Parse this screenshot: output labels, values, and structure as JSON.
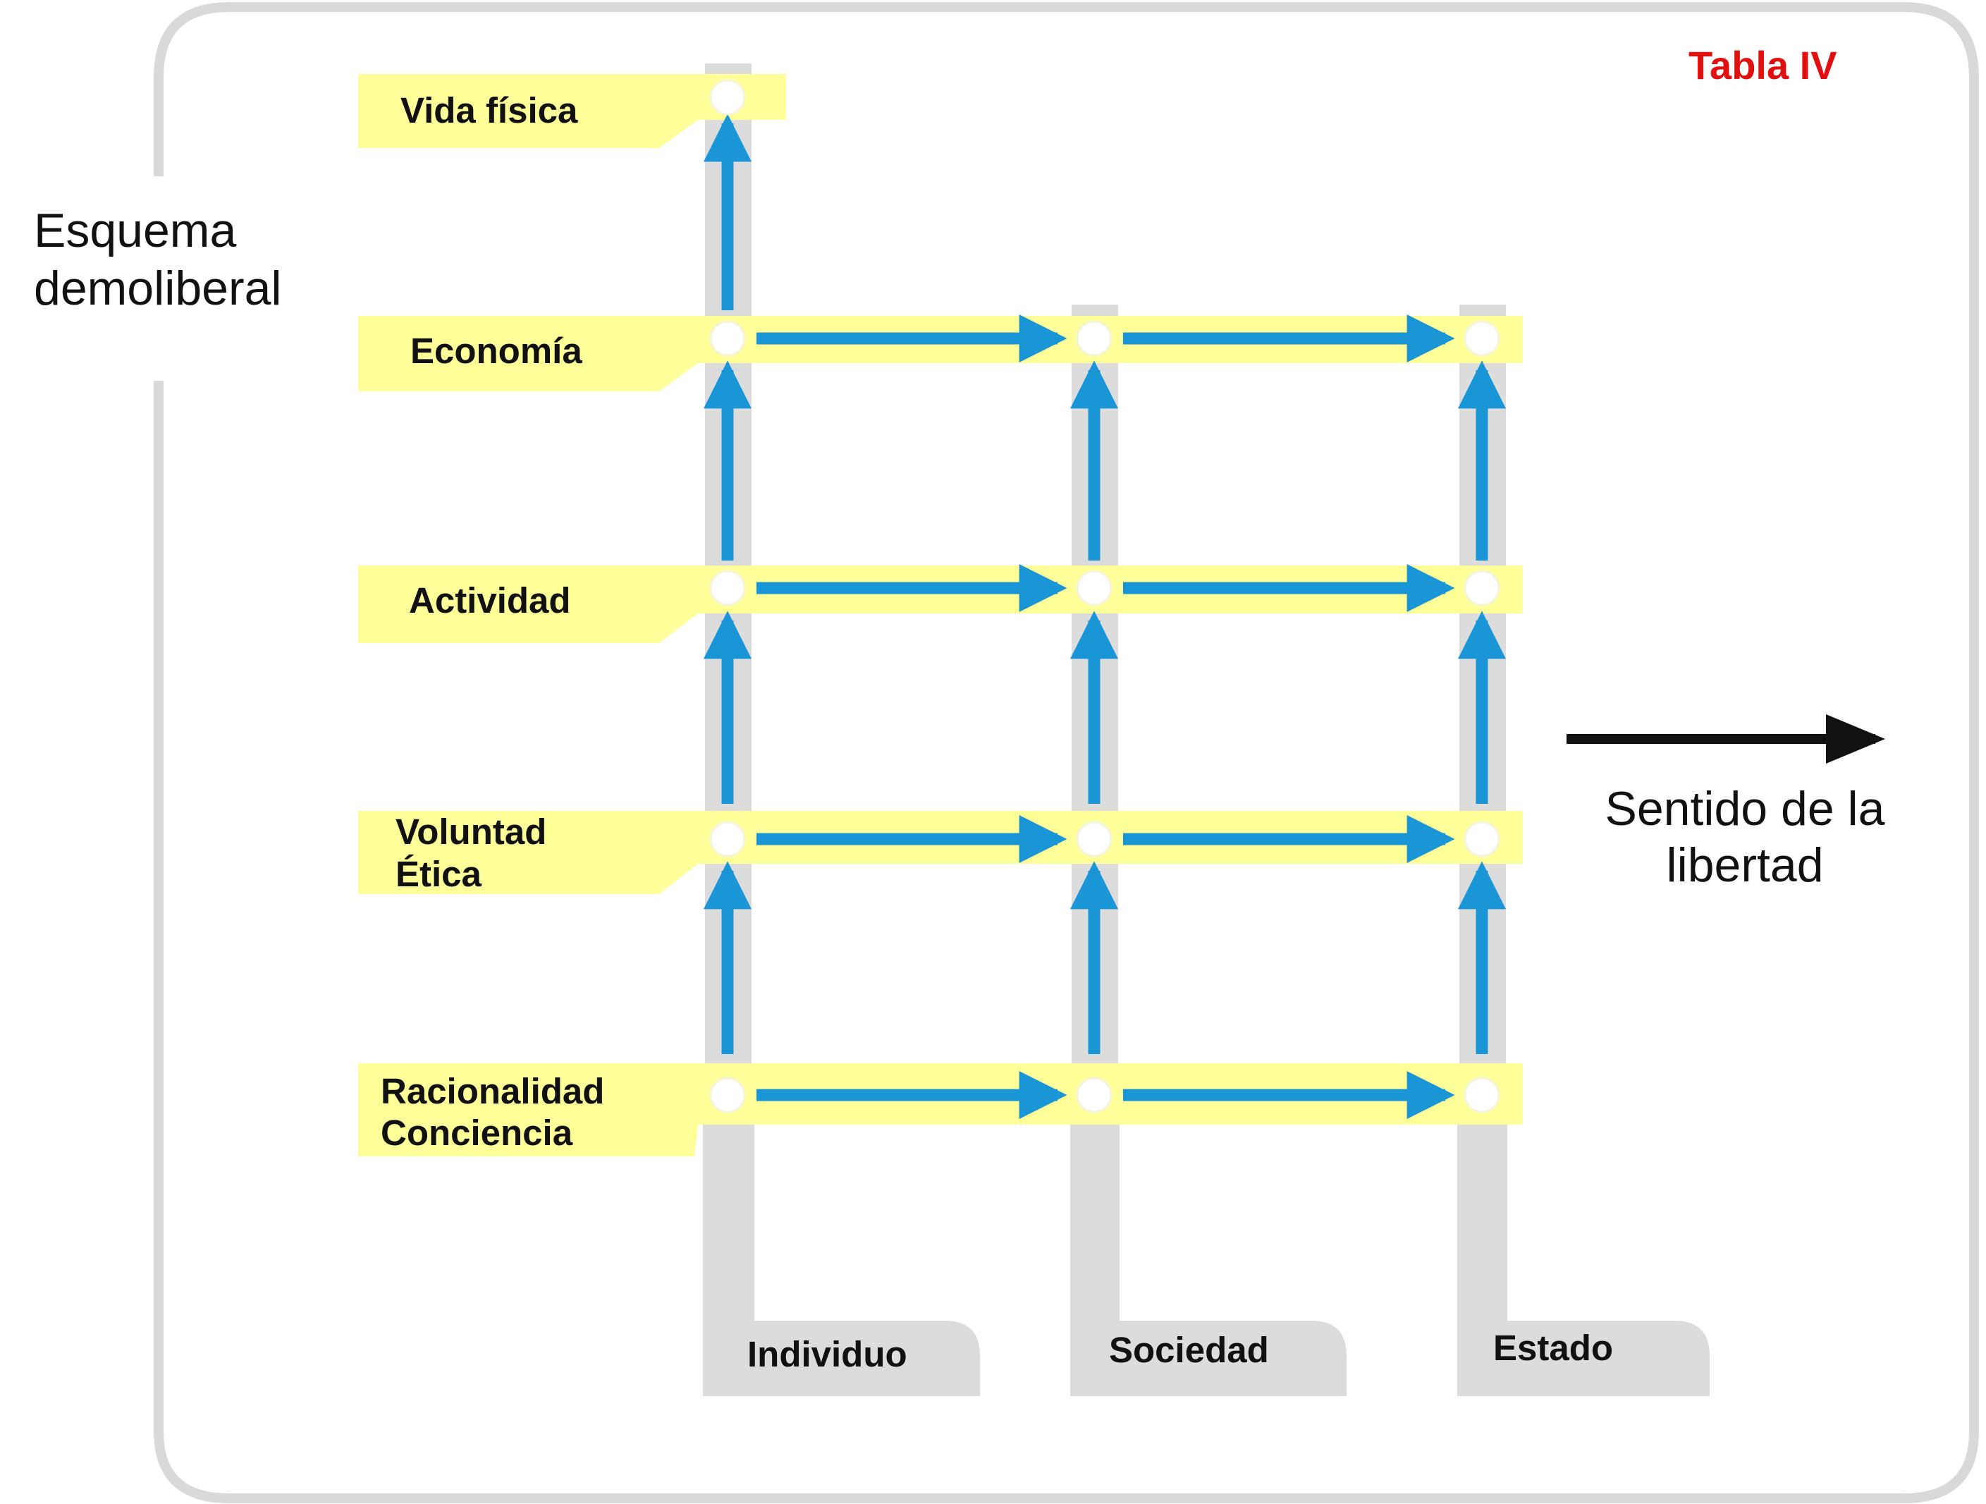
{
  "title": [
    "Esquema",
    "demoliberal"
  ],
  "table_tag": "Tabla IV",
  "direction_label": [
    "Sentido de la",
    "libertad"
  ],
  "levels": [
    {
      "key": "vida",
      "lines": [
        "Vida física"
      ]
    },
    {
      "key": "economia",
      "lines": [
        "Economía"
      ]
    },
    {
      "key": "actividad",
      "lines": [
        "Actividad"
      ]
    },
    {
      "key": "voluntad",
      "lines": [
        "Voluntad",
        "Ética"
      ]
    },
    {
      "key": "racionalidad",
      "lines": [
        "Racionalidad",
        "Conciencia"
      ]
    }
  ],
  "columns": [
    {
      "key": "individuo",
      "label": "Individuo"
    },
    {
      "key": "sociedad",
      "label": "Sociedad"
    },
    {
      "key": "estado",
      "label": "Estado"
    }
  ],
  "colors": {
    "band_yellow": "#ffff99",
    "pillar_gray": "#dcdcdc",
    "arrow_blue": "#1a96d6",
    "frame_gray": "#d9d9d9",
    "tag_red": "#e01010",
    "direction_arrow": "#111111"
  }
}
